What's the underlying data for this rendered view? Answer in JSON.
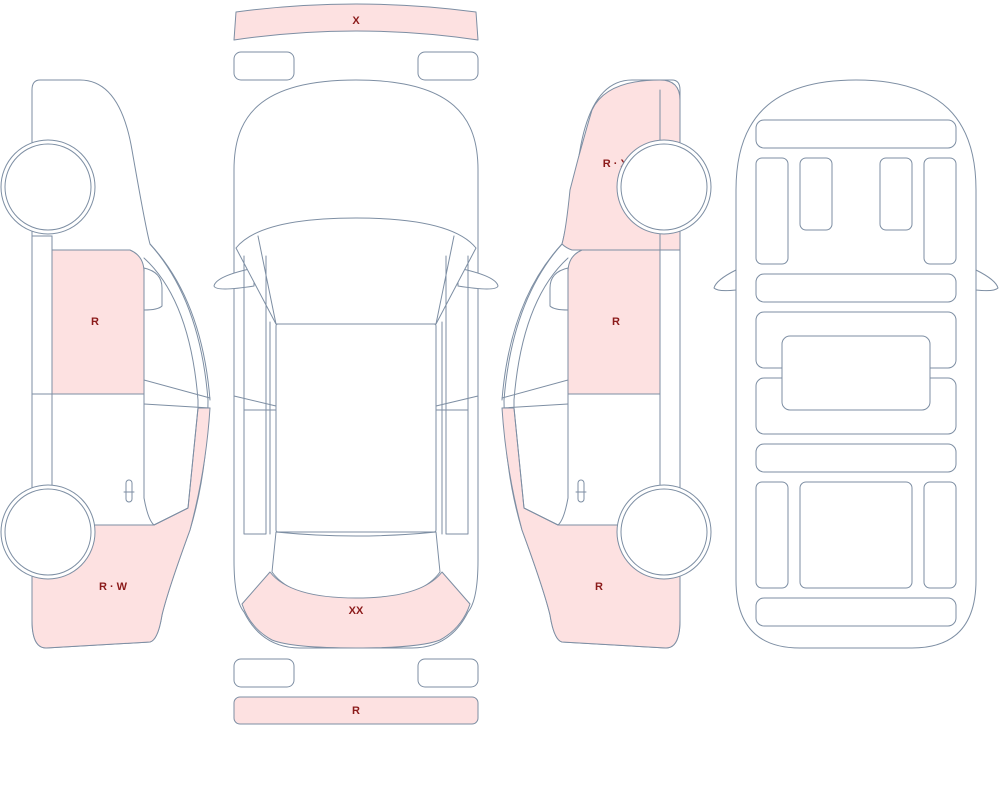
{
  "colors": {
    "outline": "#7d8ea3",
    "panel_fill": "#ffffff",
    "damage_fill": "#fde1e1",
    "label_text": "#8b1a1a"
  },
  "damage_labels": {
    "front_bumper": "X",
    "rear_bumper": "R",
    "rear_window": "XX",
    "left_front_door": "R",
    "left_rear_quarter": "R · W",
    "right_front_fender": "R · XX",
    "right_front_door": "R",
    "right_rear_quarter": "R"
  }
}
